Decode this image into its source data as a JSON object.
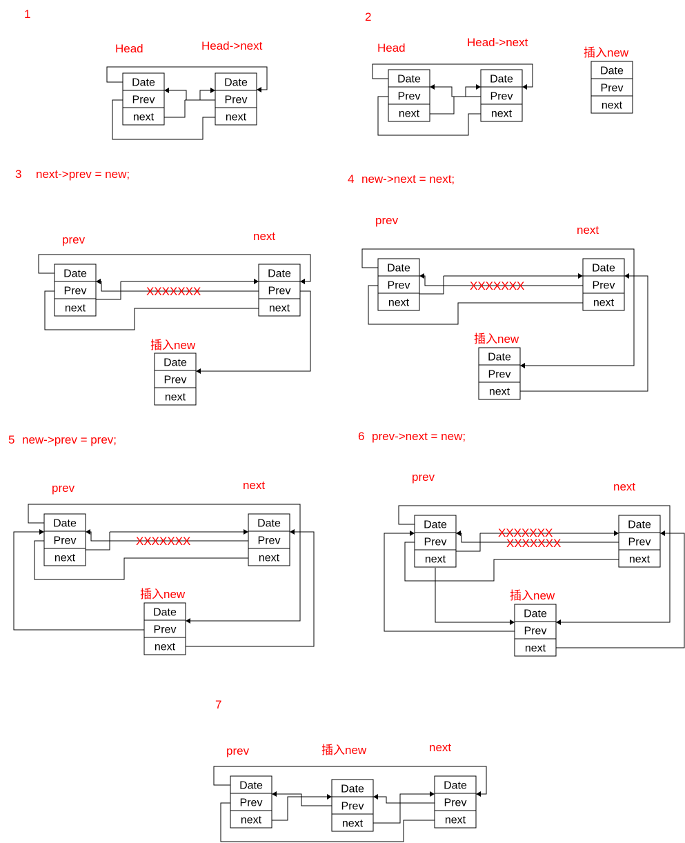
{
  "steps": [
    {
      "number": "1",
      "labels": {
        "a": "Head",
        "b": "Head->next"
      }
    },
    {
      "number": "2",
      "labels": {
        "a": "Head",
        "b": "Head->next",
        "c": "插入new"
      }
    },
    {
      "number": "3",
      "code": "next->prev = new;",
      "labels": {
        "a": "prev",
        "b": "next",
        "c": "插入new"
      },
      "cross": "XXXXXXX"
    },
    {
      "number": "4",
      "code": "new->next = next;",
      "labels": {
        "a": "prev",
        "b": "next",
        "c": "插入new"
      },
      "cross": "XXXXXXX"
    },
    {
      "number": "5",
      "code": "new->prev = prev;",
      "labels": {
        "a": "prev",
        "b": "next",
        "c": "插入new"
      },
      "cross": "XXXXXXX"
    },
    {
      "number": "6",
      "code": "prev->next = new;",
      "labels": {
        "a": "prev",
        "b": "next",
        "c": "插入new"
      },
      "cross": "XXXXXXX",
      "cross2": "XXXXXXX"
    },
    {
      "number": "7",
      "labels": {
        "a": "prev",
        "b": "插入new",
        "c": "next"
      }
    }
  ],
  "node_fields": [
    "Date",
    "Prev",
    "next"
  ],
  "colors": {
    "label": "#ff0000",
    "line": "#000000",
    "box_border": "#000000"
  }
}
